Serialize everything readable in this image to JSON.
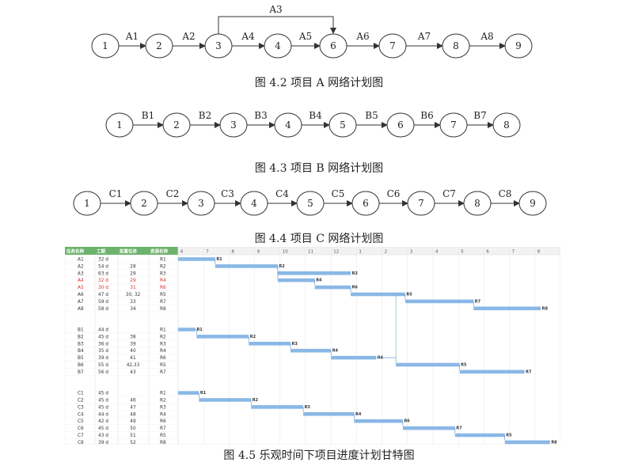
{
  "networks": [
    {
      "id": "A",
      "nodes": [
        "1",
        "2",
        "3",
        "4",
        "6",
        "7",
        "8",
        "9"
      ],
      "edges": [
        {
          "label": "A1",
          "from": "1",
          "to": "2"
        },
        {
          "label": "A2",
          "from": "2",
          "to": "3"
        },
        {
          "label": "A4",
          "from": "3",
          "to": "4"
        },
        {
          "label": "A5",
          "from": "4",
          "to": "6"
        },
        {
          "label": "A6",
          "from": "6",
          "to": "7"
        },
        {
          "label": "A7",
          "from": "7",
          "to": "8"
        },
        {
          "label": "A8",
          "from": "8",
          "to": "9"
        }
      ],
      "bypass": {
        "label": "A3",
        "from": "3",
        "to": "6"
      },
      "caption": "图 4.2 项目 A 网络计划图"
    },
    {
      "id": "B",
      "nodes": [
        "1",
        "2",
        "3",
        "4",
        "5",
        "6",
        "7",
        "8"
      ],
      "edges": [
        {
          "label": "B1",
          "from": "1",
          "to": "2"
        },
        {
          "label": "B2",
          "from": "2",
          "to": "3"
        },
        {
          "label": "B3",
          "from": "3",
          "to": "4"
        },
        {
          "label": "B4",
          "from": "4",
          "to": "5"
        },
        {
          "label": "B5",
          "from": "5",
          "to": "6"
        },
        {
          "label": "B6",
          "from": "6",
          "to": "7"
        },
        {
          "label": "B7",
          "from": "7",
          "to": "8"
        }
      ],
      "caption": "图 4.3 项目 B 网络计划图"
    },
    {
      "id": "C",
      "nodes": [
        "1",
        "2",
        "3",
        "4",
        "5",
        "6",
        "7",
        "8",
        "9"
      ],
      "edges": [
        {
          "label": "C1",
          "from": "1",
          "to": "2"
        },
        {
          "label": "C2",
          "from": "2",
          "to": "3"
        },
        {
          "label": "C3",
          "from": "3",
          "to": "4"
        },
        {
          "label": "C4",
          "from": "4",
          "to": "5"
        },
        {
          "label": "C5",
          "from": "5",
          "to": "6"
        },
        {
          "label": "C6",
          "from": "6",
          "to": "7"
        },
        {
          "label": "C7",
          "from": "7",
          "to": "8"
        },
        {
          "label": "C8",
          "from": "8",
          "to": "9"
        }
      ],
      "caption": "图 4.4 项目 C 网络计划图"
    }
  ],
  "gantt": {
    "columns": [
      "任务名称",
      "工期",
      "前置任务",
      "资源名称"
    ],
    "timeline_labels": [
      "6",
      "7",
      "8",
      "9",
      "10",
      "11",
      "12",
      "1",
      "2",
      "3",
      "4",
      "5",
      "6",
      "7",
      "8"
    ],
    "header_color": "#6db36d",
    "bar_color": "#8ab8e6",
    "highlight_color": "#d9302c",
    "groups": [
      [
        {
          "name": "A1",
          "duration": "32 d",
          "pred": "",
          "res": "R1",
          "start": 0,
          "len": 32
        },
        {
          "name": "A2",
          "duration": "54 d",
          "pred": "28",
          "res": "R2",
          "start": 32,
          "len": 54
        },
        {
          "name": "A3",
          "duration": "63 d",
          "pred": "29",
          "res": "R3",
          "start": 86,
          "len": 63
        },
        {
          "name": "A4",
          "duration": "32 d",
          "pred": "29",
          "res": "R4",
          "start": 86,
          "len": 32,
          "highlight": true
        },
        {
          "name": "A5",
          "duration": "30 d",
          "pred": "31",
          "res": "R6",
          "start": 118,
          "len": 31,
          "highlight": true
        },
        {
          "name": "A6",
          "duration": "47 d",
          "pred": "30, 32",
          "res": "R5",
          "start": 149,
          "len": 47
        },
        {
          "name": "A7",
          "duration": "59 d",
          "pred": "33",
          "res": "R7",
          "start": 196,
          "len": 59
        },
        {
          "name": "A8",
          "duration": "58 d",
          "pred": "34",
          "res": "R8",
          "start": 255,
          "len": 58
        }
      ],
      [
        {
          "name": "B1",
          "duration": "44 d",
          "pred": "",
          "res": "R1",
          "start": 0,
          "len": 15
        },
        {
          "name": "B2",
          "duration": "45 d",
          "pred": "38",
          "res": "R2",
          "start": 16,
          "len": 45
        },
        {
          "name": "B3",
          "duration": "36 d",
          "pred": "39",
          "res": "R3",
          "start": 61,
          "len": 36
        },
        {
          "name": "B4",
          "duration": "35 d",
          "pred": "40",
          "res": "R4",
          "start": 97,
          "len": 35
        },
        {
          "name": "B5",
          "duration": "39 d",
          "pred": "41",
          "res": "R6",
          "start": 132,
          "len": 39
        },
        {
          "name": "B6",
          "duration": "55 d",
          "pred": "42,33",
          "res": "R5",
          "start": 188,
          "len": 55
        },
        {
          "name": "B7",
          "duration": "56 d",
          "pred": "43",
          "res": "R7",
          "start": 243,
          "len": 56
        }
      ],
      [
        {
          "name": "C1",
          "duration": "45 d",
          "pred": "",
          "res": "R1",
          "start": 0,
          "len": 18
        },
        {
          "name": "C2",
          "duration": "45 d",
          "pred": "46",
          "res": "R2",
          "start": 18,
          "len": 45
        },
        {
          "name": "C3",
          "duration": "45 d",
          "pred": "47",
          "res": "R3",
          "start": 63,
          "len": 45
        },
        {
          "name": "C4",
          "duration": "44 d",
          "pred": "48",
          "res": "R4",
          "start": 108,
          "len": 44
        },
        {
          "name": "C5",
          "duration": "42 d",
          "pred": "49",
          "res": "R6",
          "start": 152,
          "len": 42
        },
        {
          "name": "C6",
          "duration": "45 d",
          "pred": "50",
          "res": "R7",
          "start": 194,
          "len": 45
        },
        {
          "name": "C7",
          "duration": "43 d",
          "pred": "51",
          "res": "R5",
          "start": 239,
          "len": 43
        },
        {
          "name": "C8",
          "duration": "39 d",
          "pred": "52",
          "res": "R8",
          "start": 282,
          "len": 39
        }
      ]
    ],
    "caption": "图 4.5 乐观时间下项目进度计划甘特图"
  }
}
